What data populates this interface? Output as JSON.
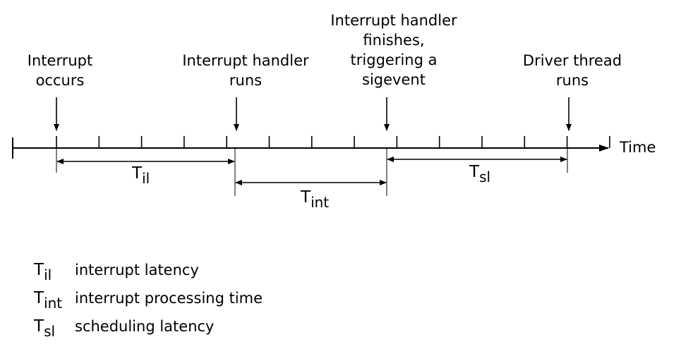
{
  "events": [
    {
      "id": "interrupt",
      "lines": [
        "Interrupt",
        "occurs"
      ]
    },
    {
      "id": "handler-runs",
      "lines": [
        "Interrupt handler",
        "runs"
      ]
    },
    {
      "id": "handler-finishes",
      "lines": [
        "Interrupt handler",
        "finishes,",
        "triggering a",
        "sigevent"
      ]
    },
    {
      "id": "driver-thread",
      "lines": [
        "Driver thread",
        "runs"
      ]
    }
  ],
  "axis": {
    "label": "Time"
  },
  "intervals": [
    {
      "id": "til",
      "symbol": "T",
      "subscript": "il"
    },
    {
      "id": "tint",
      "symbol": "T",
      "subscript": "int"
    },
    {
      "id": "tsl",
      "symbol": "T",
      "subscript": "sl"
    }
  ],
  "legend": [
    {
      "symbol": "T",
      "subscript": "il",
      "text": "interrupt latency"
    },
    {
      "symbol": "T",
      "subscript": "int",
      "text": "interrupt processing time"
    },
    {
      "symbol": "T",
      "subscript": "sl",
      "text": "scheduling latency"
    }
  ]
}
